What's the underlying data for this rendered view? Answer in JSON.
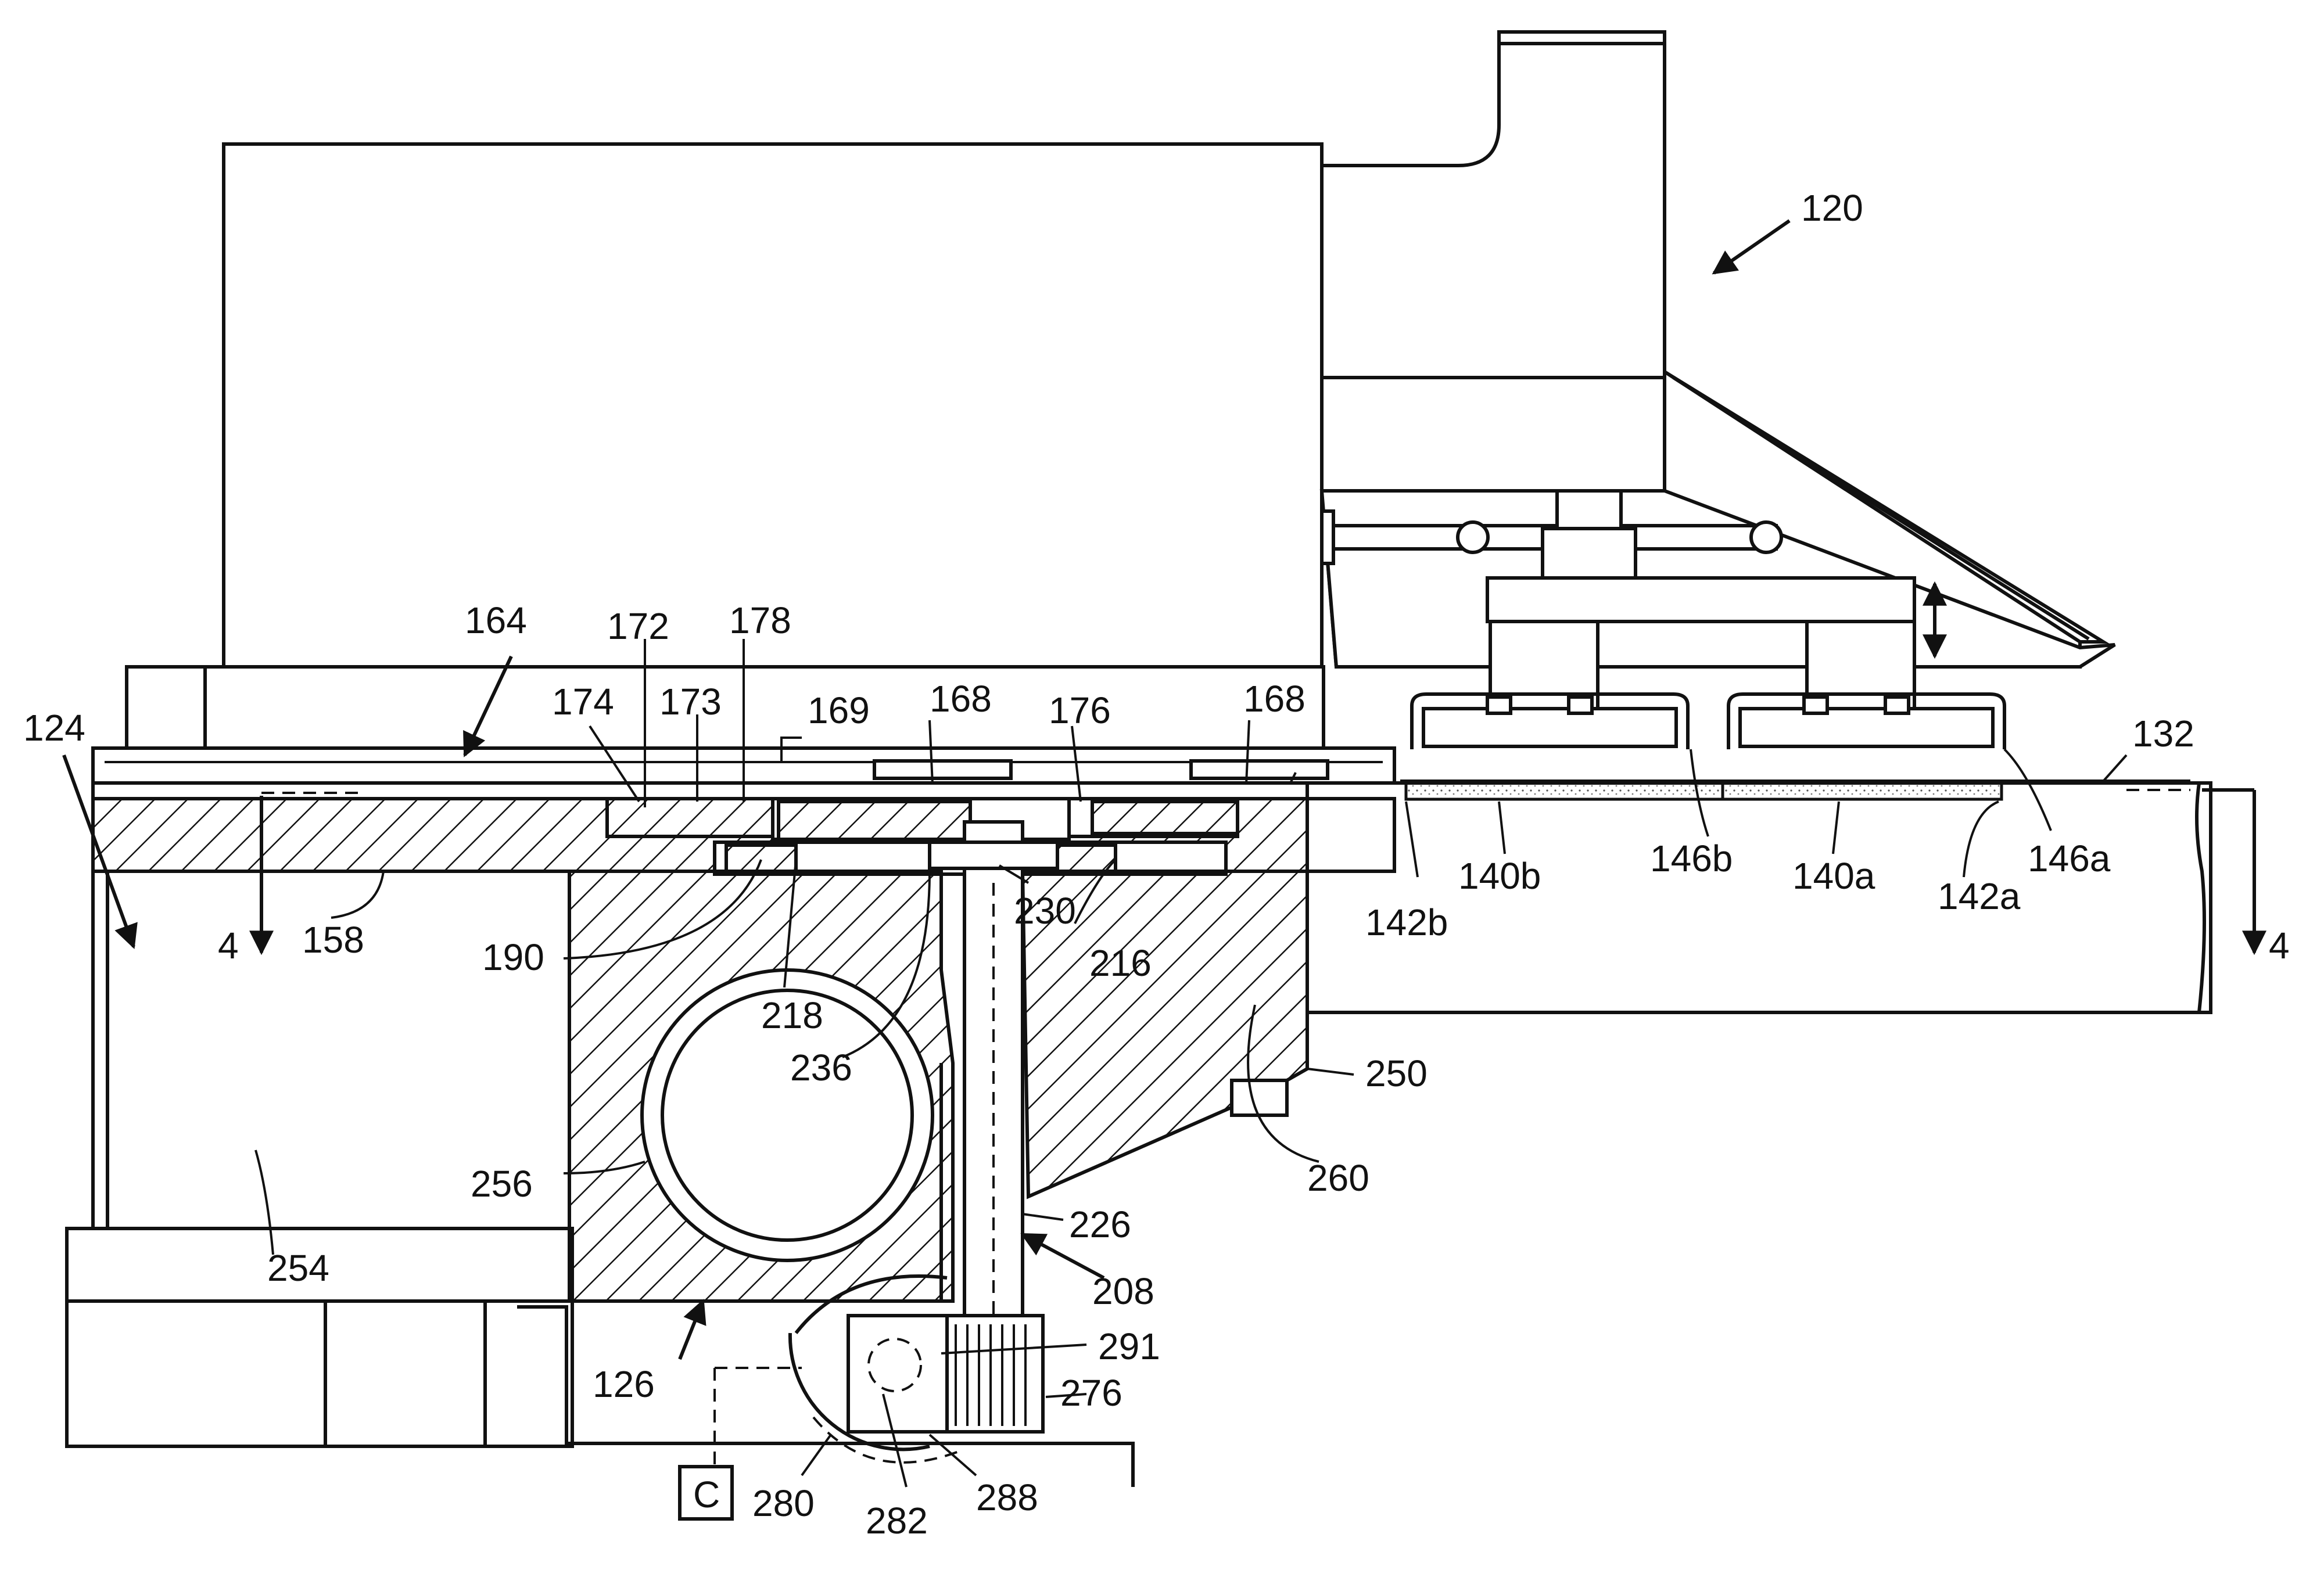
{
  "figure": {
    "labels": [
      {
        "text": "120"
      },
      {
        "text": "124"
      },
      {
        "text": "164"
      },
      {
        "text": "172"
      },
      {
        "text": "178"
      },
      {
        "text": "174"
      },
      {
        "text": "173"
      },
      {
        "text": "169"
      },
      {
        "text": "168"
      },
      {
        "text": "176"
      },
      {
        "text": "168"
      },
      {
        "text": "132"
      },
      {
        "text": "4"
      },
      {
        "text": "158"
      },
      {
        "text": "190"
      },
      {
        "text": "218"
      },
      {
        "text": "236"
      },
      {
        "text": "230"
      },
      {
        "text": "216"
      },
      {
        "text": "142b"
      },
      {
        "text": "140b"
      },
      {
        "text": "146b"
      },
      {
        "text": "140a"
      },
      {
        "text": "142a"
      },
      {
        "text": "146a"
      },
      {
        "text": "4"
      },
      {
        "text": "250"
      },
      {
        "text": "260"
      },
      {
        "text": "256"
      },
      {
        "text": "254"
      },
      {
        "text": "226"
      },
      {
        "text": "208"
      },
      {
        "text": "126"
      },
      {
        "text": "291"
      },
      {
        "text": "276"
      },
      {
        "text": "C"
      },
      {
        "text": "280"
      },
      {
        "text": "282"
      },
      {
        "text": "288"
      }
    ]
  }
}
